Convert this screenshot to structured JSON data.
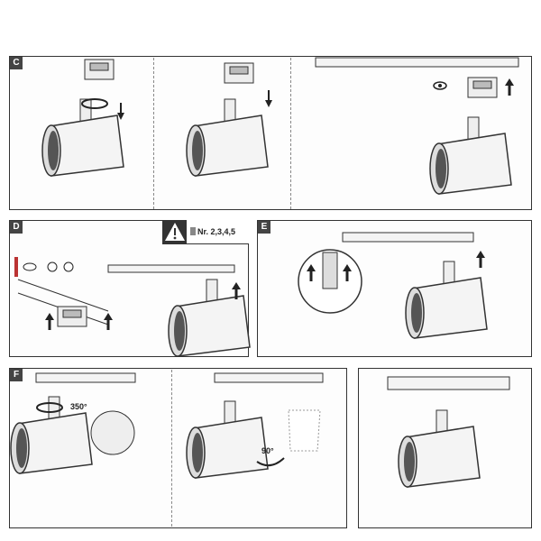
{
  "steps": {
    "c": "C",
    "d": "D",
    "e": "E",
    "f": "F"
  },
  "warning": {
    "text": "Nr. 2,3,4,5"
  },
  "rotation": {
    "swivel": "350°",
    "tilt": "90°"
  }
}
